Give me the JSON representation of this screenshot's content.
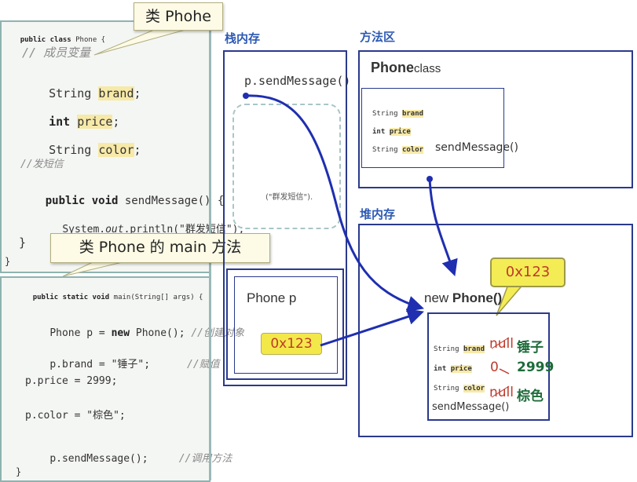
{
  "callouts": {
    "class_label": "类 Phohe",
    "main_label": "类 Phone 的 main 方法"
  },
  "class_code": {
    "header_kw": "public class",
    "header_name": "Phone {",
    "comment_members": "// 成员变量",
    "line_brand_type": "String",
    "line_brand_name": "brand",
    "line_brand_end": ";",
    "line_price_type": "int",
    "line_price_name": "price",
    "line_price_end": ";",
    "line_color_type": "String",
    "line_color_name": "color",
    "line_color_end": ";",
    "comment_method": "//发短信",
    "method_kw": "public void",
    "method_sig": "sendMessage() {",
    "println_a": "System.",
    "println_b": "out",
    "println_c": ".println(\"群发短信\");",
    "close_inner": "}",
    "close_outer": "}"
  },
  "main_code": {
    "header_kw": "public static void",
    "header_sig": "main(String[] args) {",
    "line1_code": "Phone p = ",
    "line1_kw": "new",
    "line1_rest": " Phone();",
    "line1_cmt": "//创建对象",
    "line2_code": "p.brand = \"锤子\";",
    "line2_cmt": "//赋值",
    "line3_code": "p.price = 2999;",
    "line4_code": "p.color = \"棕色\";",
    "line5_code": "p.sendMessage();",
    "line5_cmt": "//调用方法",
    "close": "}"
  },
  "stack": {
    "title": "栈内存",
    "method_call": "p.sendMessage()",
    "frame_output": "(\"群发短信\").",
    "var_label": "Phone  p",
    "var_value": "0x123"
  },
  "method_area": {
    "title": "方法区",
    "class_name_bold": "Phone",
    "class_name_rest": "class",
    "field_brand_type": "String",
    "field_brand_name": "brand",
    "field_price_type": "int",
    "field_price_name": "price",
    "field_color_type": "String",
    "field_color_name": "color",
    "method": "sendMessage()"
  },
  "heap": {
    "title": "堆内存",
    "object_prefix": "new ",
    "object_name": "Phone()",
    "address": "0x123",
    "field_brand_type": "String",
    "field_brand_name": "brand",
    "field_price_type": "int",
    "field_price_name": "price",
    "field_color_type": "String",
    "field_color_name": "color",
    "default_brand": "null",
    "default_price": "0",
    "default_color": "null",
    "value_brand": "锤子",
    "value_price": "2999",
    "value_color": "棕色",
    "method": "sendMessage()"
  },
  "colors": {
    "arrow": "#1f2fb0",
    "box_border": "#2a3a8c",
    "title": "#2d5ab5",
    "address_fill": "#f3e84a",
    "address_text": "#c0392b"
  }
}
